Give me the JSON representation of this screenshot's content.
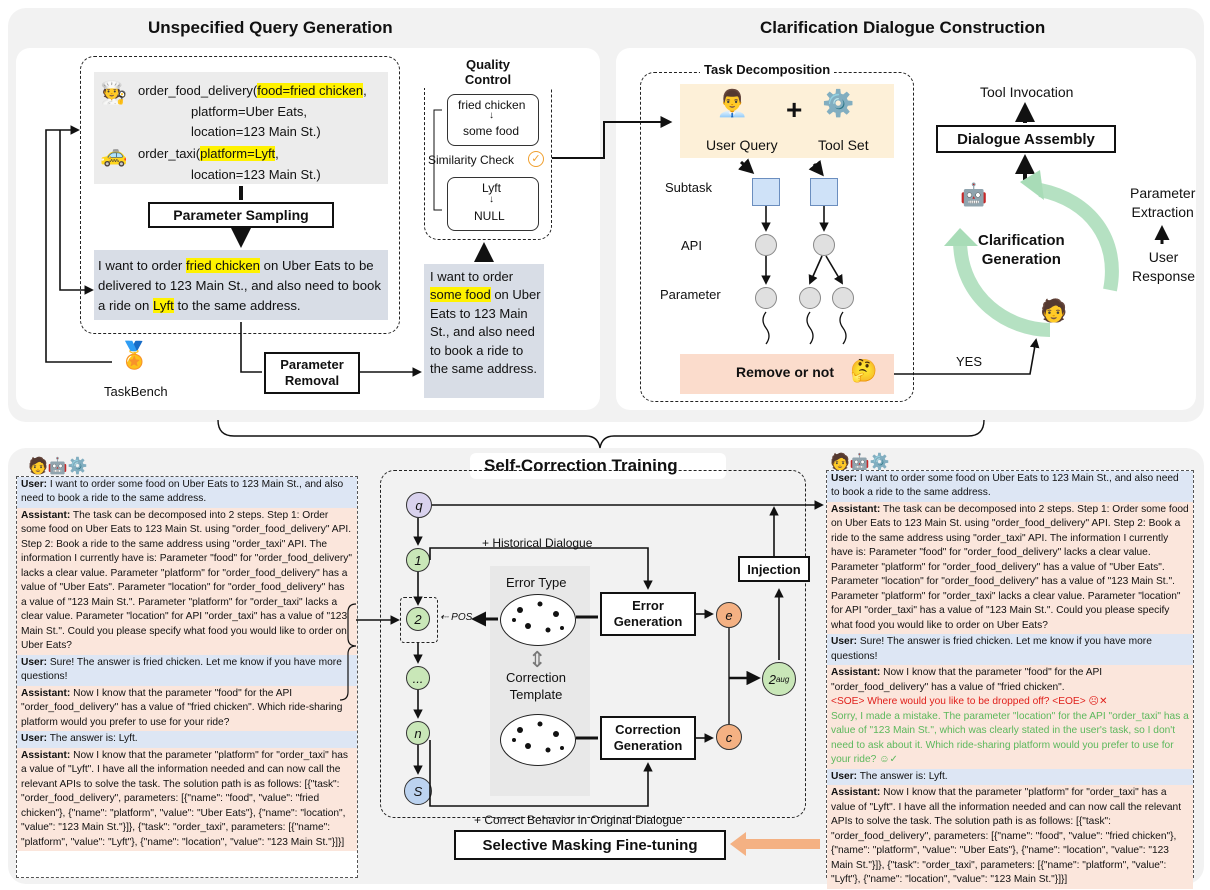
{
  "sections": {
    "unspecified_title": "Unspecified Query Generation",
    "clarification_title": "Clarification Dialogue Construction",
    "self_correction_title": "Self-Correction Training"
  },
  "uqg": {
    "func1_name": "order_food_delivery(",
    "func1_hl": "food=fried chicken",
    "func1_tail": ",",
    "func1_line2": "platform=Uber Eats,",
    "func1_line3": "location=123 Main St.)",
    "func2_name": "order_taxi(",
    "func2_hl": "platform=Lyft",
    "func2_tail": ",",
    "func2_line2": "location=123 Main St.)",
    "param_sampling": "Parameter Sampling",
    "query_a": "I want to order ",
    "query_hl1": "fried chicken",
    "query_b": " on Uber Eats to be delivered to 123 Main St., and also need to book a ride on ",
    "query_hl2": "Lyft",
    "query_c": " to the same address.",
    "quality_title1": "Quality",
    "quality_title2": "Control",
    "qc1_top": "fried chicken",
    "qc1_bottom": "some food",
    "similarity": "Similarity Check",
    "qc2_top": "Lyft",
    "qc2_bottom": "NULL",
    "param_removal": "Parameter Removal",
    "unspec_a": "I want to order ",
    "unspec_hl": "some food",
    "unspec_b": " on Uber Eats to 123 Main St., and also need to book a ride to the same address.",
    "taskbench": "TaskBench"
  },
  "cdc": {
    "task_decomp": "Task Decomposition",
    "user_query": "User Query",
    "plus": "+",
    "tool_set": "Tool Set",
    "subtask": "Subtask",
    "api": "API",
    "parameter": "Parameter",
    "remove_or_not": "Remove or not",
    "yes": "YES",
    "tool_invocation": "Tool Invocation",
    "dialogue_assembly": "Dialogue Assembly",
    "clarification1": "Clarification",
    "clarification2": "Generation",
    "param_extraction1": "Parameter",
    "param_extraction2": "Extraction",
    "user_response1": "User",
    "user_response2": "Response"
  },
  "sct": {
    "q": "q",
    "n1": "1",
    "n2": "2",
    "dots": "...",
    "nn": "n",
    "s": "S",
    "e": "e",
    "c": "c",
    "aug": "2",
    "aug_sub": "aug",
    "pos": "POS",
    "historical": "+ Historical Dialogue",
    "correct_behavior": "+ Correct Behavior in Original Dialogue",
    "error_type": "Error Type",
    "correction_template1": "Correction",
    "correction_template2": "Template",
    "error_gen1": "Error",
    "error_gen2": "Generation",
    "correction_gen1": "Correction",
    "correction_gen2": "Generation",
    "injection": "Injection",
    "selective_masking": "Selective Masking Fine-tuning"
  },
  "left_dialogue": {
    "u1_label": "User:",
    "u1": " I want to order some food on Uber Eats to 123 Main St., and also need to book a ride to the same address.",
    "a1_label": "Assistant:",
    "a1": " The task can be decomposed into 2 steps. Step 1: Order some food on Uber Eats to 123 Main St. using \"order_food_delivery\" API. Step 2: Book a ride to the same address using \"order_taxi\" API. The information I currently have is: Parameter \"food\" for \"order_food_delivery\" lacks a clear value. Parameter \"platform\" for \"order_food_delivery\" has a value of \"Uber Eats\". Parameter \"location\" for \"order_food_delivery\" has a value of \"123 Main St.\". Parameter \"platform\" for \"order_taxi\" lacks a clear value. Parameter \"location\" for API \"order_taxi\" has a value of \"123 Main St.\". Could you please specify what food you would like to order on Uber Eats?",
    "u2_label": "User:",
    "u2": " Sure! The answer is fried chicken. Let me know if you have more questions!",
    "a2_label": "Assistant:",
    "a2": " Now I know that the parameter \"food\" for the API \"order_food_delivery\" has a value of \"fried chicken\". Which ride-sharing platform would you prefer to use for your ride?",
    "u3_label": "User:",
    "u3": " The answer is: Lyft.",
    "a3_label": "Assistant:",
    "a3": " Now I know that the parameter \"platform\" for \"order_taxi\" has a value of \"Lyft\". I have all the information needed and can now call the relevant APIs to solve the task. The solution path is as follows: [{\"task\": \"order_food_delivery\", parameters: [{\"name\": \"food\", \"value\": \"fried chicken\"}, {\"name\": \"platform\", \"value\": \"Uber Eats\"}, {\"name\": \"location\", \"value\": \"123 Main St.\"}]}, {\"task\": \"order_taxi\", parameters: [{\"name\": \"platform\", \"value\": \"Lyft\"}, {\"name\": \"location\", \"value\": \"123 Main St.\"}]}]"
  },
  "right_dialogue": {
    "u1_label": "User:",
    "u1": " I want to order some food on Uber Eats to 123 Main St., and also need to book a ride to the same address.",
    "a1_label": "Assistant:",
    "a1": " The task can be decomposed into 2 steps. Step 1: Order some food on Uber Eats to 123 Main St. using \"order_food_delivery\" API. Step 2: Book a ride to the same address using \"order_taxi\" API. The information I currently have is: Parameter \"food\" for \"order_food_delivery\" lacks a clear value. Parameter \"platform\" for \"order_food_delivery\" has a value of \"Uber Eats\". Parameter \"location\" for \"order_food_delivery\" has a value of \"123 Main St.\". Parameter \"platform\" for \"order_taxi\" lacks a clear value. Parameter \"location\" for API \"order_taxi\" has a value of \"123 Main St.\". Could you please specify what food you would like to order on Uber Eats?",
    "u2_label": "User:",
    "u2": " Sure! The answer is fried chicken. Let me know if you have more questions!",
    "a2_label": "Assistant:",
    "a2": " Now I know that the parameter \"food\" for the API \"order_food_delivery\" has a value of \"fried chicken\".",
    "err": "<SOE> Where would you like to be dropped off? <EOE>",
    "corr": "Sorry, I made a mistake. The parameter \"location\" for the API \"order_taxi\" has a value of \"123 Main St.\", which was clearly stated in the user's task, so I don't need to ask about it. Which ride-sharing platform would you prefer to use for your ride?",
    "u3_label": "User:",
    "u3": " The answer is: Lyft.",
    "a3_label": "Assistant:",
    "a3": " Now I know that the parameter \"platform\" for \"order_taxi\" has a value of \"Lyft\". I have all the information needed and can now call the relevant APIs to solve the task. The solution path is as follows: [{\"task\": \"order_food_delivery\", parameters: [{\"name\": \"food\", \"value\": \"fried chicken\"}, {\"name\": \"platform\", \"value\": \"Uber Eats\"}, {\"name\": \"location\", \"value\": \"123 Main St.\"}]}, {\"task\": \"order_taxi\", parameters: [{\"name\": \"platform\", \"value\": \"Lyft\"}, {\"name\": \"location\", \"value\": \"123 Main St.\"}]}]"
  },
  "colors": {
    "highlight": "#fff200",
    "green_node": "#c9e7b8",
    "orange_node": "#f4b183",
    "purple_node": "#d9d2ee",
    "blue_node": "#bcd3f0",
    "user_bg": "#dde6f4",
    "assistant_bg": "#fbe6dc",
    "error_red": "#e0201b",
    "correct_green": "#5cb85c",
    "arrow_orange": "#f4b183",
    "cycle_green": "#a8dcb7"
  }
}
